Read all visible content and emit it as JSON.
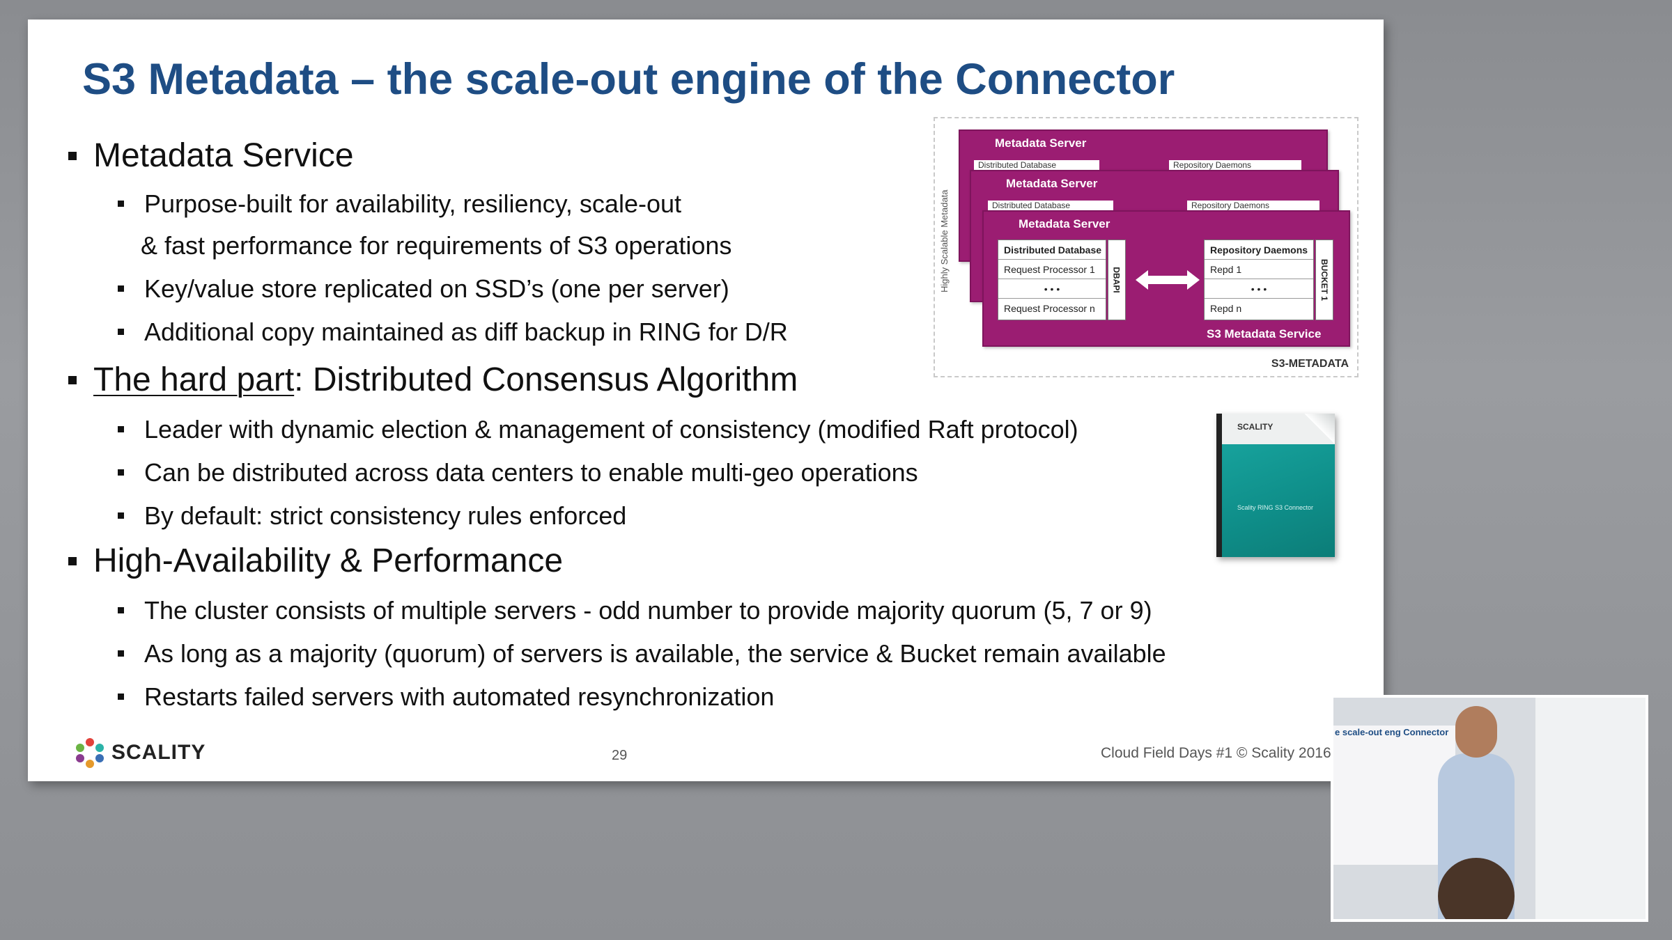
{
  "slide": {
    "title": "S3 Metadata – the scale-out engine of the Connector",
    "bullets": [
      {
        "text": "Metadata Service"
      },
      {
        "text": "Purpose-built for availability, resiliency, scale-out"
      },
      {
        "text": "& fast performance for requirements of S3 operations"
      },
      {
        "text": "Key/value store replicated on SSD’s (one per server)"
      },
      {
        "text": "Additional copy maintained as diff backup in RING for D/R"
      },
      {
        "underlined": "The hard part",
        "rest": ": Distributed Consensus Algorithm"
      },
      {
        "text": "Leader with dynamic election & management of consistency (modified Raft protocol)"
      },
      {
        "text": "Can be distributed across data centers to enable multi-geo operations"
      },
      {
        "text": "By default: strict consistency rules enforced"
      },
      {
        "text": "High-Availability & Performance"
      },
      {
        "text": "The cluster consists of multiple servers - odd number to provide majority quorum (5, 7 or 9)"
      },
      {
        "text": "As long as a majority (quorum) of servers is available, the service & Bucket remain available"
      },
      {
        "text": "Restarts failed servers with automated resynchronization"
      }
    ],
    "diagram": {
      "side_label": "Highly Scalable Metadata",
      "server_title": "Metadata Server",
      "back_frag_left": "Distributed Database",
      "back_frag_right": "Repository Daemons",
      "left_table": [
        "Distributed Database",
        "Request Processor 1",
        "• • •",
        "Request Processor n"
      ],
      "left_vlabel": "DBAPI",
      "right_table": [
        "Repository Daemons",
        "Repd 1",
        "• • •",
        "Repd n"
      ],
      "right_vlabel": "BUCKET 1",
      "service_label": "S3 Metadata Service",
      "box_label": "S3-METADATA",
      "accent": "#9b1d72"
    },
    "booklet": {
      "brand": "SCALITY",
      "title": "Scality RING S3 Connector"
    },
    "footer": {
      "logo": "SCALITY",
      "page_number": "29",
      "copyright": "Cloud Field Days #1 © Scality 2016"
    },
    "title_color": "#1e4d84"
  },
  "webcam": {
    "caption": "e scale-out eng          Connector"
  }
}
